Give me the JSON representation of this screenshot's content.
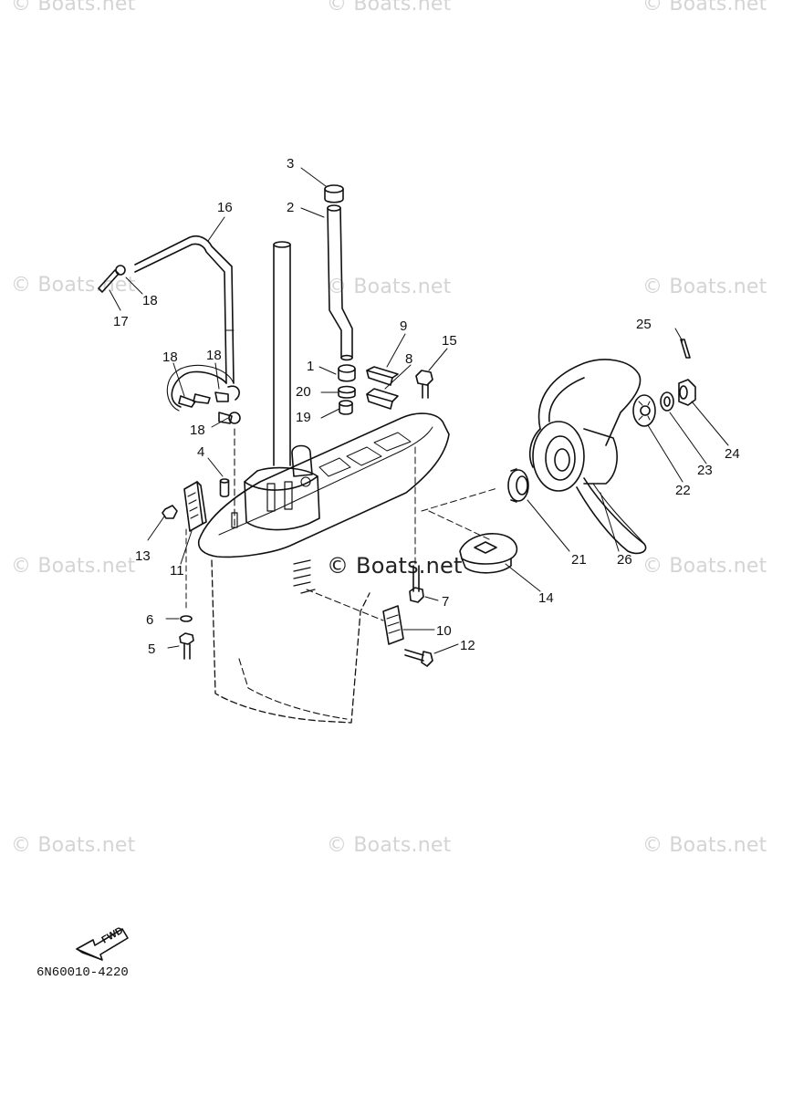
{
  "watermark": "© Boats.net",
  "diagram_code": "6N60010-4220",
  "fwd_label": "FWD",
  "callouts": [
    "3",
    "2",
    "16",
    "18",
    "17",
    "9",
    "15",
    "25",
    "1",
    "8",
    "18",
    "18",
    "20",
    "19",
    "18",
    "4",
    "24",
    "23",
    "22",
    "13",
    "11",
    "21",
    "26",
    "14",
    "7",
    "6",
    "10",
    "12",
    "5"
  ]
}
